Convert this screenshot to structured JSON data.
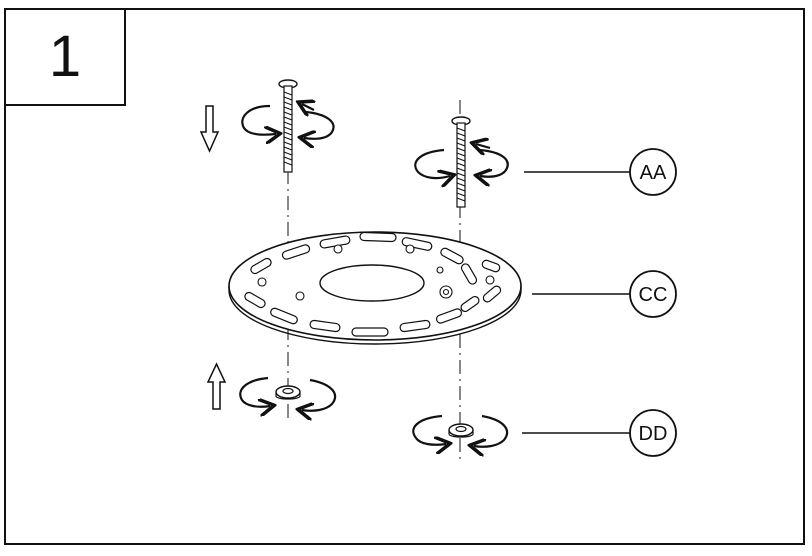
{
  "step": {
    "number": "1"
  },
  "callouts": [
    {
      "label": "AA",
      "part": "screw"
    },
    {
      "label": "CC",
      "part": "mounting-plate"
    },
    {
      "label": "DD",
      "part": "nut"
    }
  ],
  "colors": {
    "line": "#111111",
    "background": "#ffffff"
  },
  "icons": [
    "down-arrow-icon",
    "up-arrow-icon",
    "rotate-arrows-icon"
  ]
}
